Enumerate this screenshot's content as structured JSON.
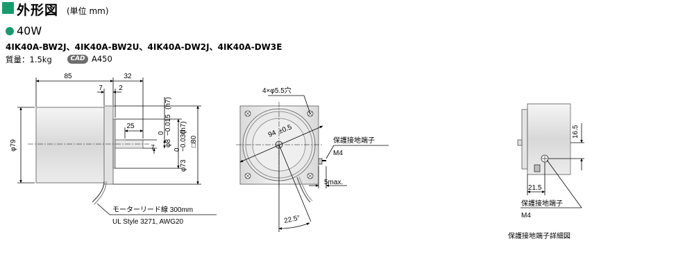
{
  "header": {
    "title": "外形図",
    "unit_note": "(単位 mm)",
    "accent_color": "#1a9a6c"
  },
  "spec": {
    "power": "40W",
    "models": "4IK40A-BW2J、4IK40A-BW2U、4IK40A-DW2J、4IK40A-DW3E",
    "mass": "質量：1.5kg",
    "cad_badge": "CAD",
    "cad_number": "A450"
  },
  "side_view": {
    "dim_85": "85",
    "dim_32": "32",
    "dim_7": "7",
    "dim_2": "2",
    "dim_25": "25",
    "dim_7b": "7",
    "dia_body": "φ79",
    "dia_shaft": "φ8",
    "dia_shaft_tol_upper": "0",
    "dia_shaft_tol_lower": "−0.015",
    "dia_shaft_fit": "(h7)",
    "dia_pilot": "φ73",
    "dia_pilot_tol_upper": "0",
    "dia_pilot_tol_lower": "−0.030",
    "dia_pilot_fit": "(h7)",
    "square": "□80",
    "lead_label": "モーターリード線 300mm",
    "lead_spec": "UL Style 3271, AWG20"
  },
  "front_view": {
    "holes": "4×φ5.5穴",
    "pcd": "94",
    "pcd_tol": "±0.5",
    "ground_label": "保護接地端子",
    "ground_size": "M4",
    "protrusion": "5max.",
    "angle": "22.5°"
  },
  "detail_view": {
    "dim_16_5": "16.5",
    "dim_21_5": "21.5",
    "ground_label": "保護接地端子",
    "ground_size": "M4",
    "caption": "保護接地端子詳細図"
  }
}
